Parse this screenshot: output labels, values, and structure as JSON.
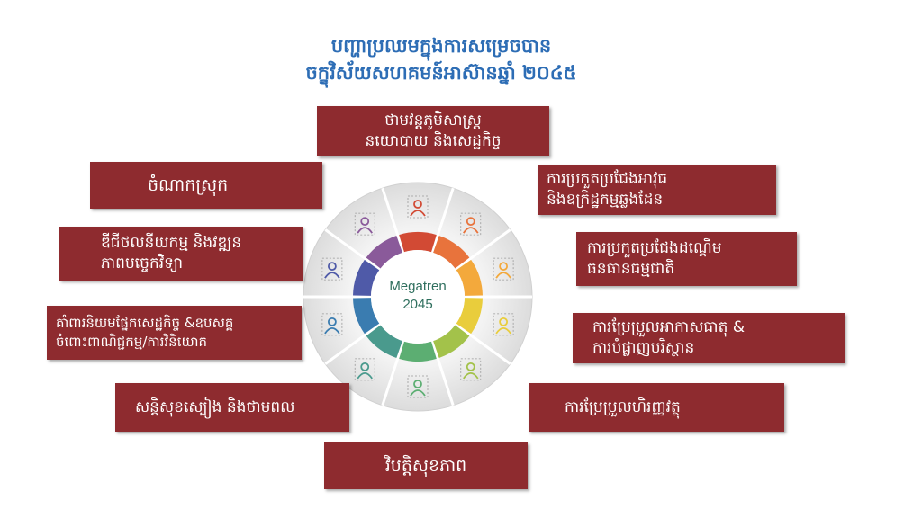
{
  "title": {
    "line1": "បញ្ហាប្រឈមក្នុងការសម្រេចបាន",
    "line2": "ចក្ខុវិស័យសហគមន៍អាស៊ានឆ្នាំ ២០៤៥"
  },
  "center": {
    "line1": "Megatren",
    "line2": "2045"
  },
  "boxes": {
    "top": {
      "line1": "ថាមវន្តភូមិសាស្រ្ត",
      "line2": "នយោបាយ និងសេដ្ឋកិច្ច"
    },
    "r1": {
      "line1": "ការប្រកួតប្រជែងអាវុធ",
      "line2": "និងឧក្រិដ្ឋកម្មឆ្លងដែន"
    },
    "r2": {
      "line1": "ការប្រកួតប្រជែងដណ្តើម",
      "line2": "ធនធានធម្មជាតិ"
    },
    "r3": {
      "line1": "ការប្រែប្រួលអាកាសធាតុ &",
      "line2": "ការបំផ្លាញបរិស្ថាន"
    },
    "r4": {
      "line1": "ការប្រែប្រួលហិរញ្ញវត្ថុ"
    },
    "bottom": {
      "line1": "វិបត្តិសុខភាព"
    },
    "l4": {
      "line1": "សន្តិសុខស្បៀង និងថាមពល"
    },
    "l3": {
      "line1": "គាំពារនិយមផ្នែកសេដ្ឋកិច្ច &ឧបសគ្គ",
      "line2": "ចំពោះពាណិជ្ជកម្ម/ការវិនិយោគ"
    },
    "l2": {
      "line1": "ឌីជីថលនីយកម្ម និងវឌ្ឍន",
      "line2": "ភាពបច្ចេកវិទ្យា"
    },
    "l1": {
      "line1": "ចំណាកស្រុក"
    }
  },
  "icons": [
    "people-leader-icon",
    "crowd-icon",
    "handshake-resource-icon",
    "thermometer-icon",
    "finance-document-icon",
    "satellite-icon",
    "factory-icon",
    "handshake-icon",
    "computer-settings-icon",
    "group-people-icon"
  ],
  "colors": {
    "box_bg": "#8e2b2f",
    "title": "#2d6db5",
    "ring": [
      "#d24a34",
      "#e8733c",
      "#f3a93c",
      "#e9cd3c",
      "#a3c24a",
      "#5cae72",
      "#4a9a8d",
      "#3a7cb0",
      "#4f5aa8",
      "#8a5a9a"
    ]
  }
}
